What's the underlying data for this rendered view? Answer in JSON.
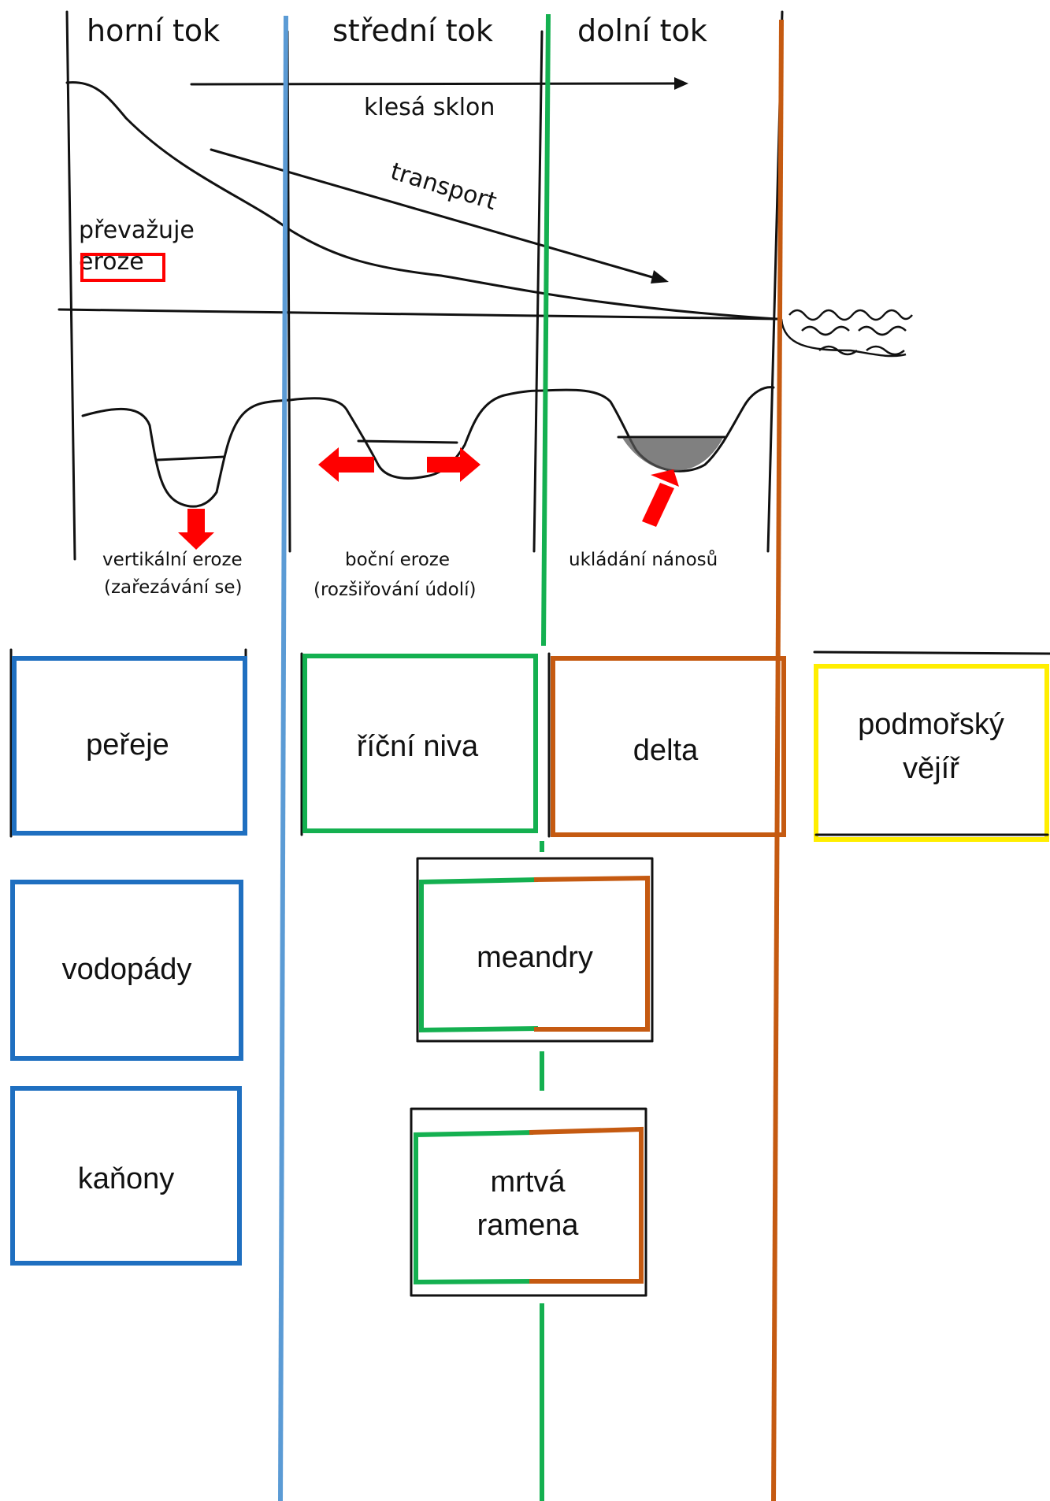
{
  "colors": {
    "blue": "#1f6fc0",
    "light_blue": "#5b9bd5",
    "green": "#14b050",
    "orange": "#c55a11",
    "yellow": "#ffee00",
    "red": "#ff0000",
    "ink": "#111111"
  },
  "headers": {
    "upper": "horní tok",
    "middle": "střední tok",
    "lower": "dolní tok"
  },
  "profile": {
    "slope_label": "klesá sklon",
    "transport_label": "transport",
    "erosion_line1": "převažuje",
    "erosion_line2": "eroze"
  },
  "cross_sections": {
    "upper": {
      "line1": "vertikální eroze",
      "line2": "(zařezávání se)"
    },
    "middle": {
      "line1": "boční eroze",
      "line2": "(rozšiřování údolí)"
    },
    "lower": {
      "line1": "ukládání nánosů",
      "line2": ""
    }
  },
  "cards": {
    "pereje": "peřeje",
    "vodopady": "vodopády",
    "kanony": "kaňony",
    "ricni_niva": "říční niva",
    "delta": "delta",
    "vejir_line1": "podmořský",
    "vejir_line2": "vějíř",
    "meandry": "meandry",
    "mrtva_line1": "mrtvá",
    "mrtva_line2": "ramena"
  }
}
